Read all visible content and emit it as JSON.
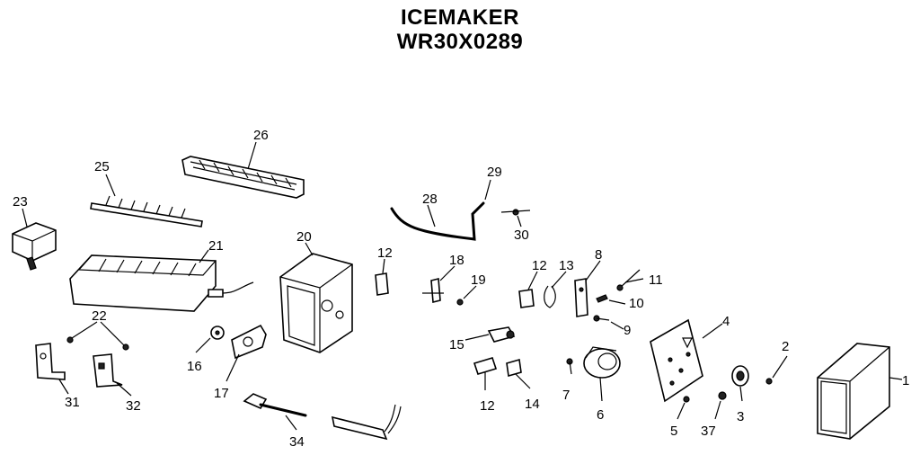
{
  "title": "ICEMAKER",
  "model": "WR30X0289",
  "part_labels": {
    "p1": "1",
    "p2": "2",
    "p3": "3",
    "p4": "4",
    "p5": "5",
    "p6": "6",
    "p7": "7",
    "p8": "8",
    "p9": "9",
    "p10": "10",
    "p11": "11",
    "p12a": "12",
    "p12b": "12",
    "p12c": "12",
    "p13": "13",
    "p14": "14",
    "p15": "15",
    "p16": "16",
    "p17": "17",
    "p18": "18",
    "p19": "19",
    "p20": "20",
    "p21": "21",
    "p22": "22",
    "p23": "23",
    "p25": "25",
    "p26": "26",
    "p28": "28",
    "p29": "29",
    "p30": "30",
    "p31": "31",
    "p32": "32",
    "p34": "34",
    "p37": "37"
  }
}
